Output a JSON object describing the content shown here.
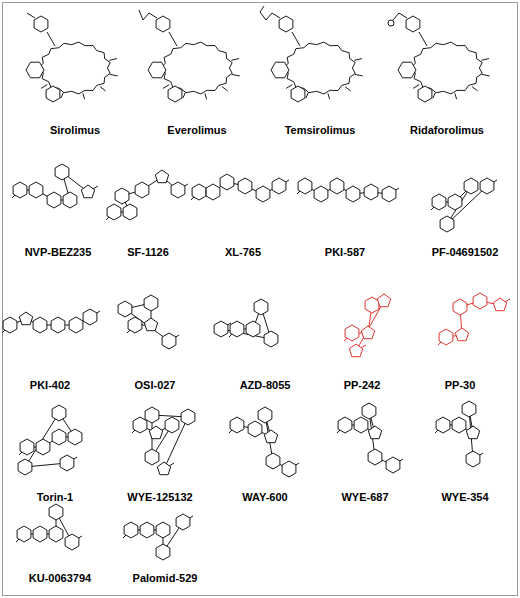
{
  "diagram": {
    "labels": [
      "Sirolimus",
      "Everolimus",
      "Temsirolimus",
      "Ridaforolimus",
      "NVP-BEZ235",
      "SF-1126",
      "XL-765",
      "PKI-587",
      "PF-04691502",
      "PKI-402",
      "OSI-027",
      "AZD-8055",
      "PP-242",
      "PP-30",
      "Torin-1",
      "WYE-125132",
      "WAY-600",
      "WYE-687",
      "WYE-354",
      "KU-0063794",
      "Palomid-529"
    ]
  }
}
